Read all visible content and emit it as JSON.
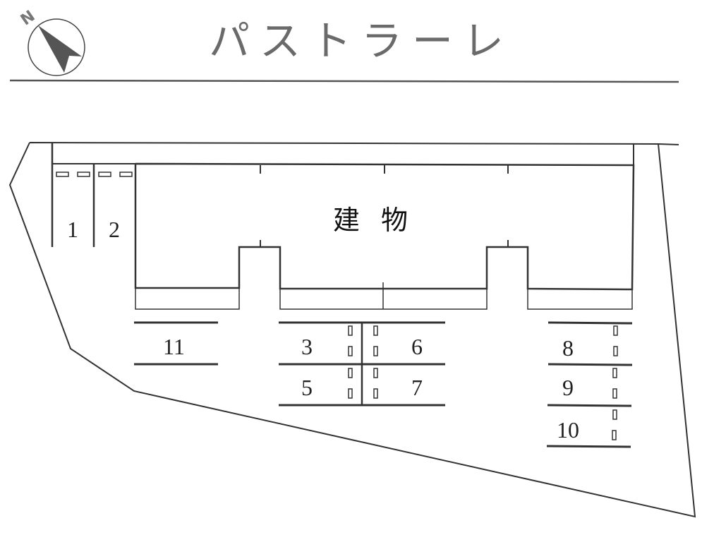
{
  "header": {
    "title": "パストラーレ",
    "compass_label": "N",
    "compass_icon": "north-arrow-icon"
  },
  "building": {
    "label": "建物"
  },
  "parking": {
    "spaces": [
      {
        "id": "1",
        "label": "1"
      },
      {
        "id": "2",
        "label": "2"
      },
      {
        "id": "3",
        "label": "3"
      },
      {
        "id": "5",
        "label": "5"
      },
      {
        "id": "6",
        "label": "6"
      },
      {
        "id": "7",
        "label": "7"
      },
      {
        "id": "8",
        "label": "8"
      },
      {
        "id": "9",
        "label": "9"
      },
      {
        "id": "10",
        "label": "10"
      },
      {
        "id": "11",
        "label": "11"
      }
    ]
  },
  "colors": {
    "line": "#333333",
    "title": "#6a6a6a",
    "background": "#ffffff"
  }
}
